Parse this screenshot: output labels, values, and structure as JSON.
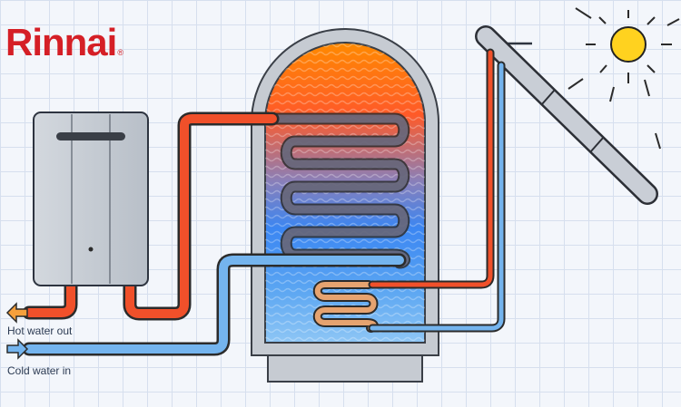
{
  "brand": {
    "name": "Rinnai",
    "mark": "®",
    "color": "#d51f26"
  },
  "labels": {
    "hot_out": "Hot water out",
    "cold_in": "Cold water in"
  },
  "colors": {
    "hot": "#f0502a",
    "cold": "#74b4ee",
    "sun": "#ffd21f",
    "tank_shell": "#c6cbd2",
    "heater_body": "#c3c9d1"
  },
  "icons": {
    "hot_arrow": "arrow-left-icon",
    "cold_arrow": "arrow-right-icon",
    "sun": "sun-icon"
  }
}
